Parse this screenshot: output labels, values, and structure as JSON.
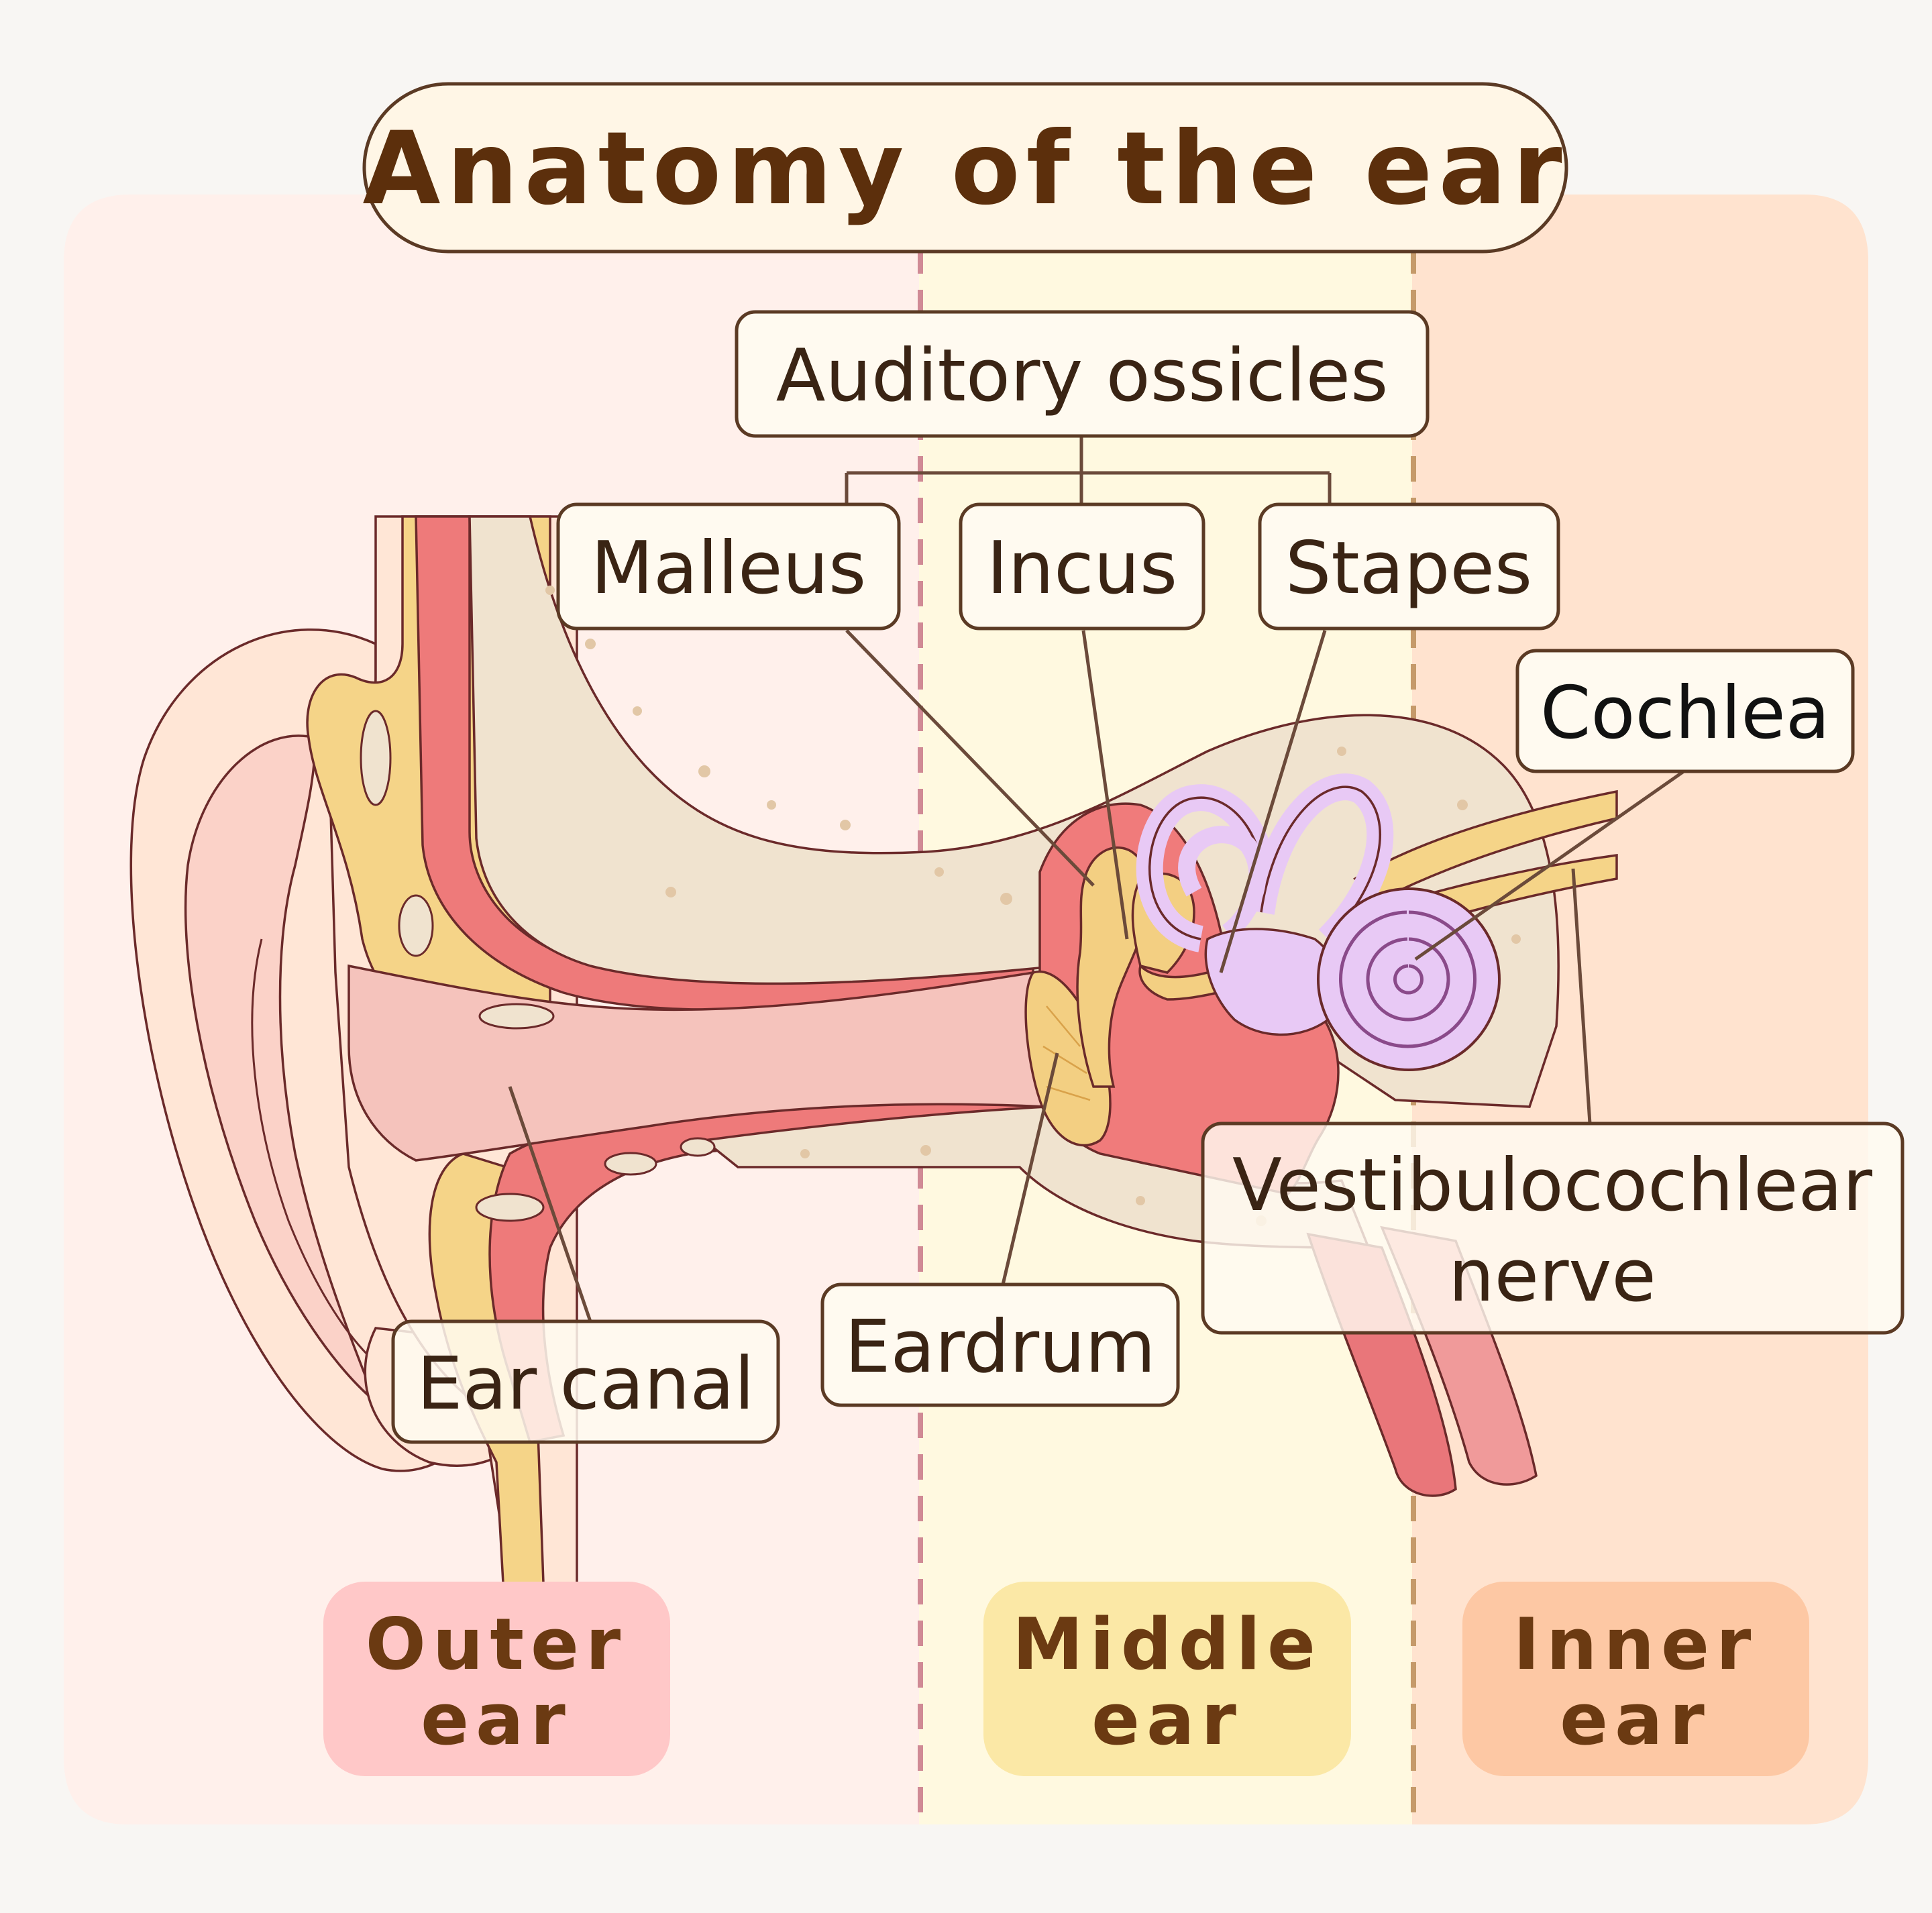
{
  "title": "Anatomy of the ear",
  "labels": {
    "auditory_ossicles": "Auditory ossicles",
    "malleus": "Malleus",
    "incus": "Incus",
    "stapes": "Stapes",
    "cochlea": "Cochlea",
    "vestibulocochlear_line1": "Vestibulocochlear",
    "vestibulocochlear_line2": "nerve",
    "eardrum": "Eardrum",
    "ear_canal": "Ear canal"
  },
  "regions": {
    "outer": {
      "line1": "Outer",
      "line2": "ear",
      "panel_color": "#fff0eb",
      "badge_color": "#ffc8c8"
    },
    "middle": {
      "line1": "Middle",
      "line2": "ear",
      "panel_color": "#fff9e0",
      "badge_color": "#fbe8a6"
    },
    "inner": {
      "line1": "Inner",
      "line2": "ear",
      "panel_color": "#ffe3cf",
      "badge_color": "#fdc8a4"
    }
  },
  "colors": {
    "background": "#f8f6f3",
    "text": "#5c2f0c",
    "skin": "#ffe6d6",
    "muscle": "#ee7a7a",
    "bone": "#f0e3cf",
    "cartilage": "#f5d488",
    "labyrinth": "#e8c9f5"
  }
}
